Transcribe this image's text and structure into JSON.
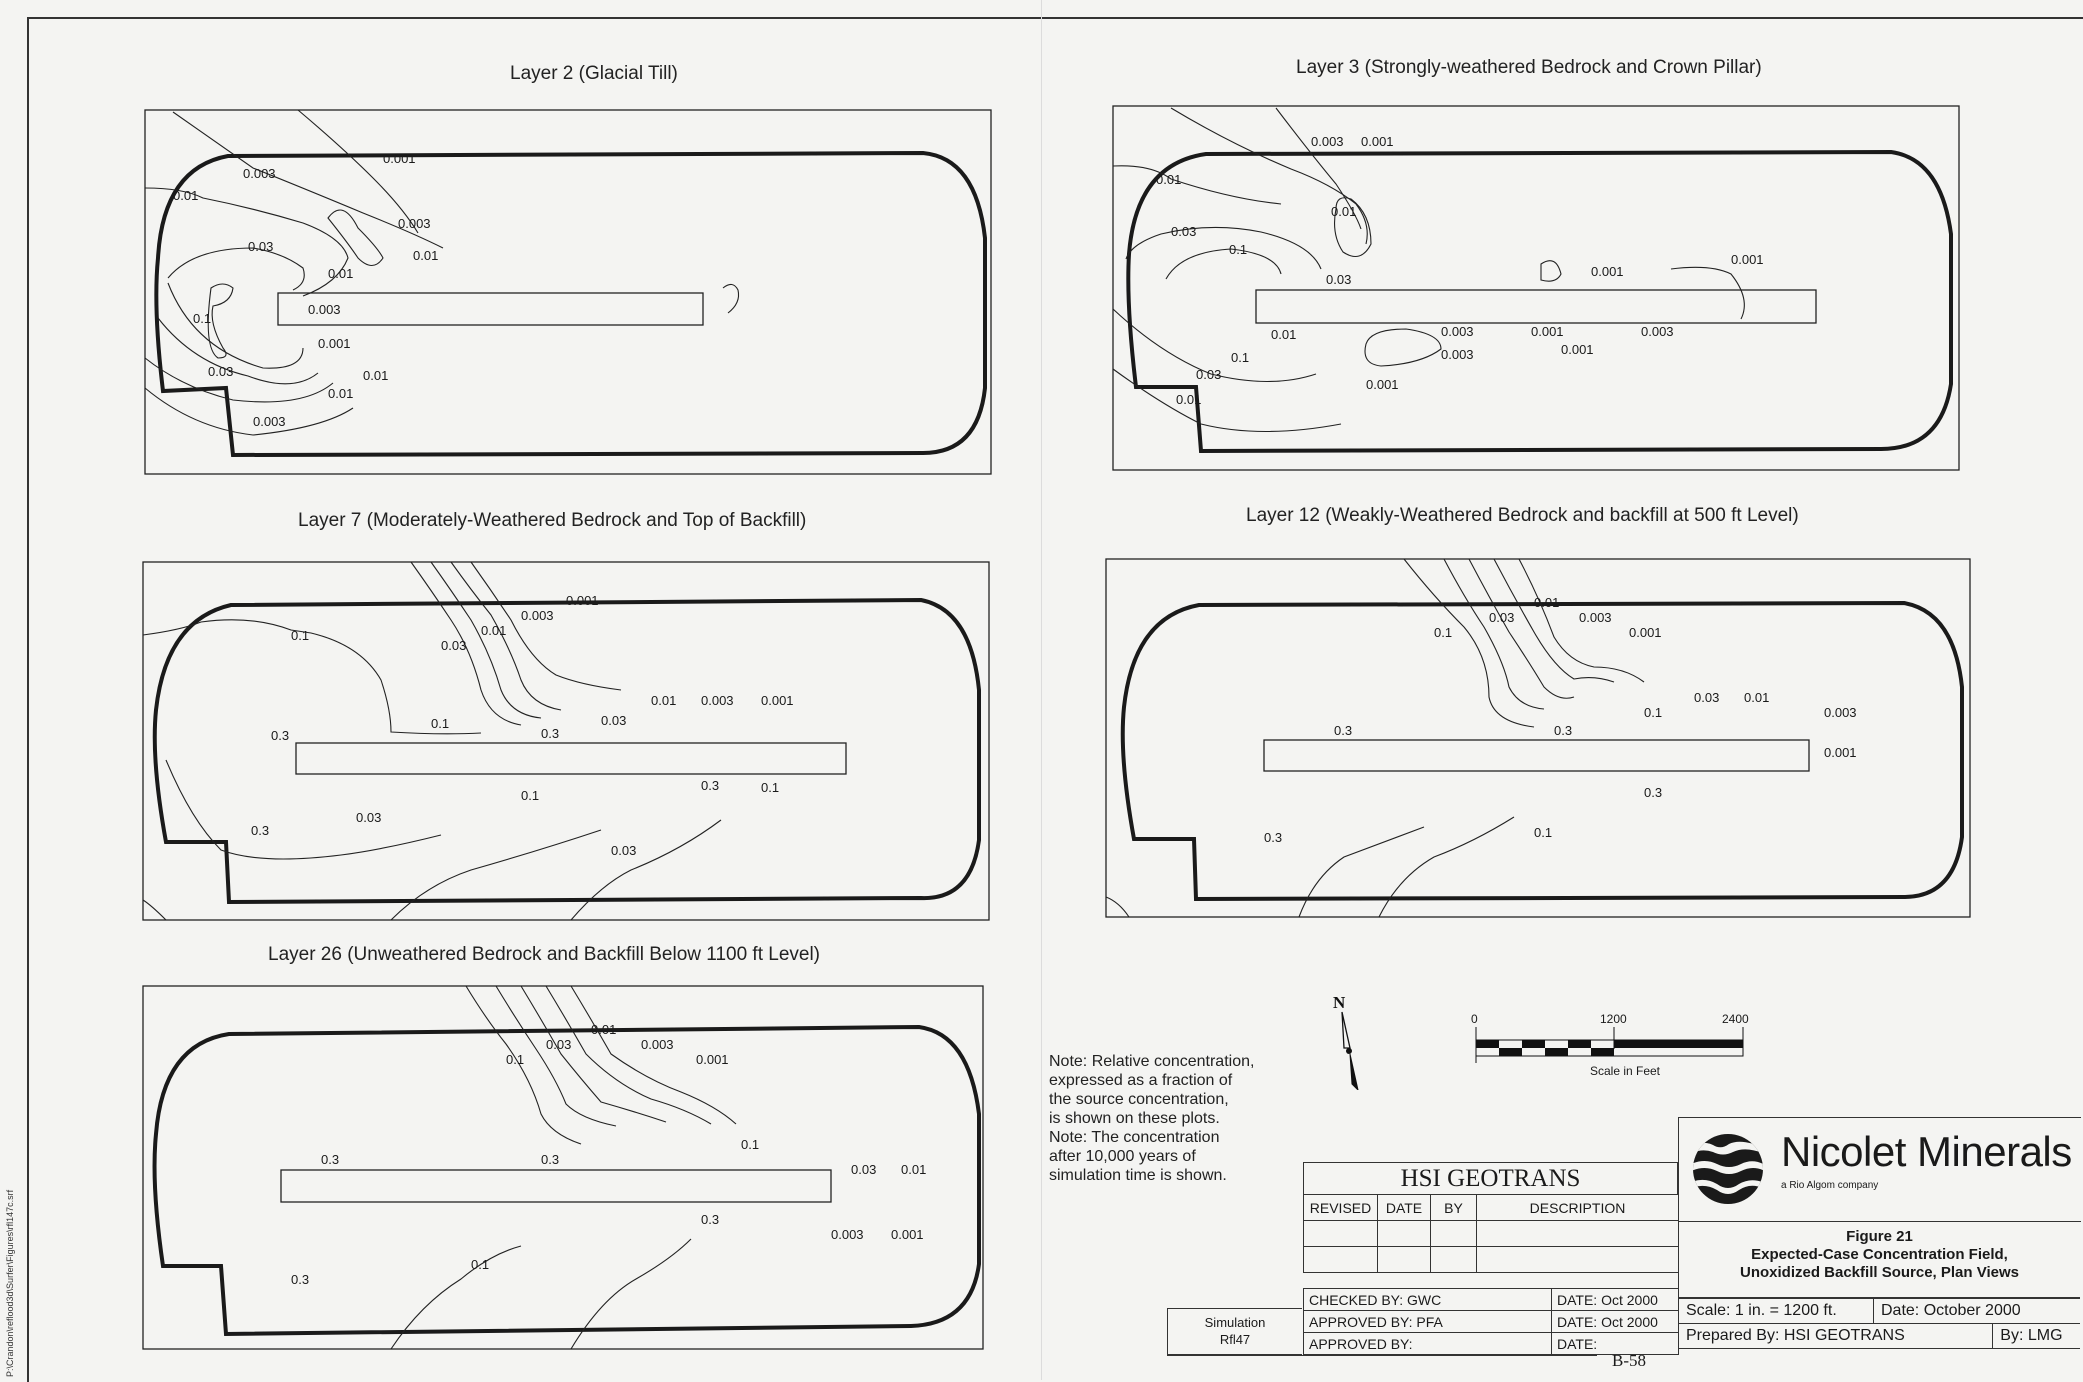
{
  "file_path": "P:\\Crandon\\reflood3d\\Surfer\\Figures\\rfl147c.srf",
  "panels": [
    {
      "title": "Layer 2 (Glacial Till)",
      "labels": [
        "0.01",
        "0.003",
        "0.001",
        "0.03",
        "0.003",
        "0.01",
        "0.1",
        "0.003",
        "0.001",
        "0.03",
        "0.01",
        "0.003",
        "0.01",
        "0.01"
      ]
    },
    {
      "title": "Layer 3 (Strongly-weathered Bedrock and Crown Pillar)",
      "labels": [
        "0.01",
        "0.003",
        "0.001",
        "0.01",
        "0.03",
        "0.1",
        "0.03",
        "0.01",
        "0.001",
        "0.001",
        "0.003",
        "0.001",
        "0.003",
        "0.1",
        "0.003",
        "0.001",
        "0.03",
        "0.001",
        "0.01"
      ]
    },
    {
      "title": "Layer 7 (Moderately-Weathered Bedrock and Top of Backfill)",
      "labels": [
        "0.1",
        "0.03",
        "0.01",
        "0.003",
        "0.001",
        "0.1",
        "0.3",
        "0.3",
        "0.01",
        "0.003",
        "0.001",
        "0.03",
        "0.3",
        "0.1",
        "0.1",
        "0.03",
        "0.3",
        "0.03"
      ]
    },
    {
      "title": "Layer 12 (Weakly-Weathered Bedrock and backfill at 500 ft Level)",
      "labels": [
        "0.1",
        "0.03",
        "0.01",
        "0.003",
        "0.001",
        "0.3",
        "0.3",
        "0.1",
        "0.03",
        "0.01",
        "0.003",
        "0.001",
        "0.3",
        "0.1",
        "0.3"
      ]
    },
    {
      "title": "Layer 26 (Unweathered Bedrock and Backfill Below 1100 ft Level)",
      "labels": [
        "0.1",
        "0.03",
        "0.01",
        "0.003",
        "0.001",
        "0.3",
        "0.3",
        "0.1",
        "0.03",
        "0.01",
        "0.3",
        "0.003",
        "0.001",
        "0.1",
        "0.3"
      ]
    }
  ],
  "note_lines": [
    "Note: Relative concentration,",
    "expressed as a fraction of",
    "the source concentration,",
    "is shown on these plots.",
    "Note: The concentration",
    "after 10,000 years of",
    "simulation time is shown."
  ],
  "north_arrow": {
    "label": "N"
  },
  "scale_bar": {
    "ticks": [
      "0",
      "1200",
      "2400"
    ],
    "caption": "Scale in Feet"
  },
  "title_block": {
    "firm": "HSI GEOTRANS",
    "revision_headers": [
      "REVISED",
      "DATE",
      "BY",
      "DESCRIPTION"
    ],
    "checked_by": "CHECKED BY: GWC",
    "checked_date": "DATE: Oct 2000",
    "approved_by_1": "APPROVED BY: PFA",
    "approved_date_1": "DATE: Oct 2000",
    "approved_by_2": "APPROVED BY:",
    "approved_date_2": "DATE:",
    "simulation_label": "Simulation",
    "simulation_id": "Rfl47",
    "page_number": "B-58"
  },
  "company": {
    "name": "Nicolet Minerals",
    "tagline": "a Rio Algom company",
    "logo": "nicolet-wave-globe-logo"
  },
  "figure": {
    "number": "Figure 21",
    "title_line1": "Expected-Case Concentration Field,",
    "title_line2": "Unoxidized Backfill Source, Plan Views",
    "scale": "Scale:  1 in. = 1200 ft.",
    "date": "Date: October 2000",
    "prepared_by": "Prepared By:  HSI GEOTRANS",
    "by": "By: LMG"
  },
  "colors": {
    "ink": "#1a1a1a",
    "paper": "#f4f4f2"
  }
}
